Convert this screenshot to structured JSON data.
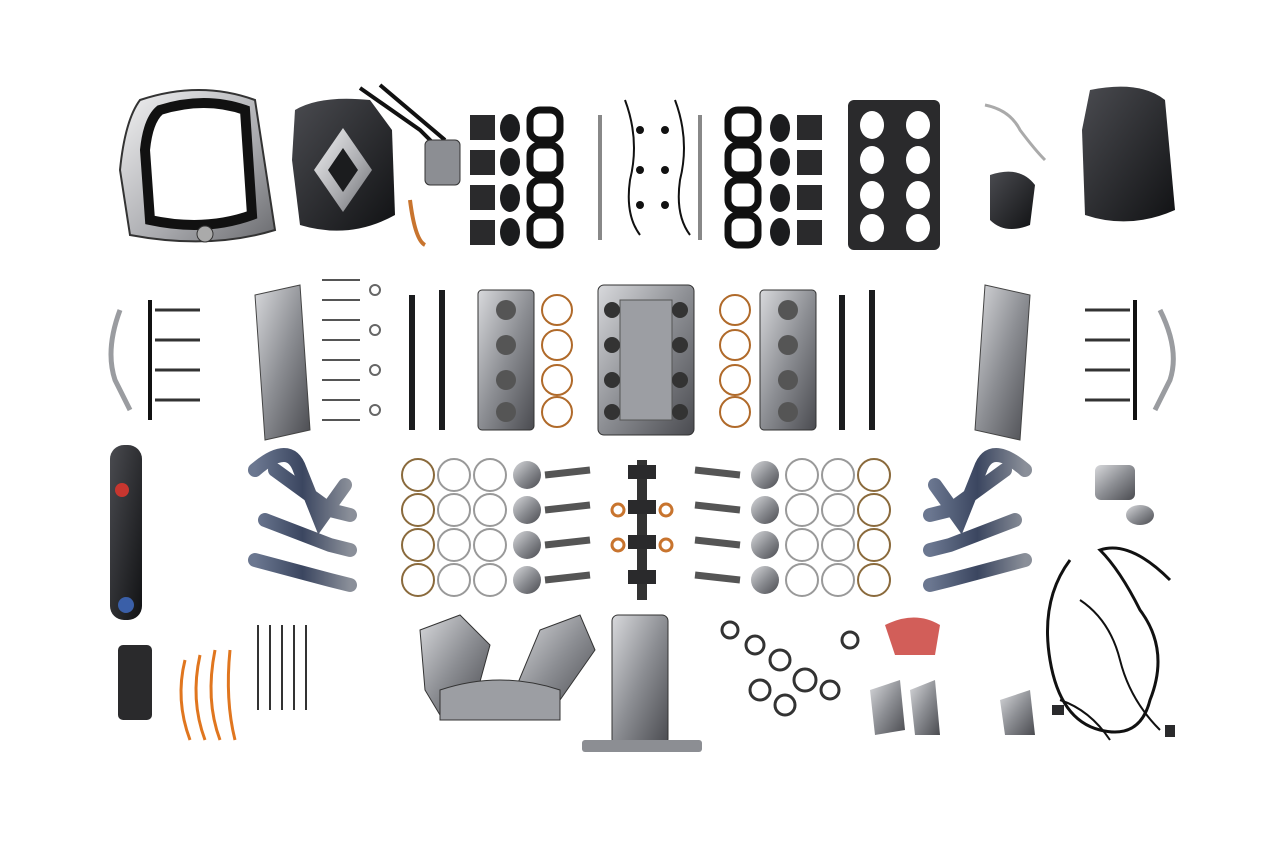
{
  "background_color": "#ffffff",
  "palette": {
    "metal_dark": "#2a2a2c",
    "metal_mid": "#6e6f73",
    "metal_light": "#b9bbbf",
    "black": "#111214",
    "copper": "#c8742e",
    "orange_wire": "#e0761f",
    "brand_silver": "#c9c9cb",
    "blue_titanium": "#4a5a78",
    "red_accent": "#c7362f",
    "green_seal": "#3faa8c"
  },
  "icons": {
    "brand_logo": "renault-diamond-logo",
    "engine_block": "v8-engine-block",
    "cylinder_head": "cylinder-head",
    "exhaust_manifold": "exhaust-manifold",
    "crankshaft": "crankshaft",
    "wiring_harness": "wiring-harness"
  },
  "layout_groups": [
    "top-row-covers-and-intakes",
    "middle-row-heads-and-block",
    "lower-row-pistons-and-exhaust",
    "bottom-row-gears-and-housings"
  ]
}
